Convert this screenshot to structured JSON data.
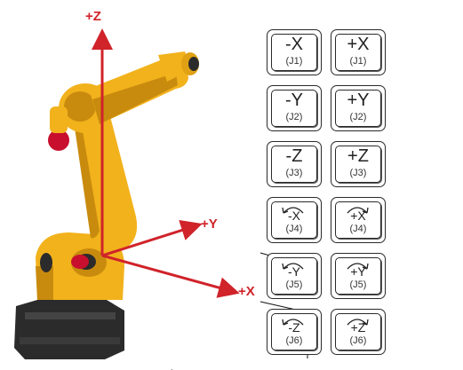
{
  "axes": {
    "z_label": "+Z",
    "y_label": "+Y",
    "x_label": "+X"
  },
  "jog_keys": [
    {
      "axis": "-X",
      "joint": "(J1)",
      "rotary": false
    },
    {
      "axis": "+X",
      "joint": "(J1)",
      "rotary": false
    },
    {
      "axis": "-Y",
      "joint": "(J2)",
      "rotary": false
    },
    {
      "axis": "+Y",
      "joint": "(J2)",
      "rotary": false
    },
    {
      "axis": "-Z",
      "joint": "(J3)",
      "rotary": false
    },
    {
      "axis": "+Z",
      "joint": "(J3)",
      "rotary": false
    },
    {
      "axis": "-X",
      "joint": "(J4)",
      "rotary": true
    },
    {
      "axis": "+X",
      "joint": "(J4)",
      "rotary": true
    },
    {
      "axis": "-Y",
      "joint": "(J5)",
      "rotary": true
    },
    {
      "axis": "+Y",
      "joint": "(J5)",
      "rotary": true
    },
    {
      "axis": "-Z",
      "joint": "(J6)",
      "rotary": true
    },
    {
      "axis": "+Z",
      "joint": "(J6)",
      "rotary": true
    }
  ],
  "colors": {
    "robot_yellow": "#f2b21c",
    "robot_shadow": "#c98b0e",
    "robot_dark": "#2b2b2b",
    "robot_red": "#c8102e",
    "axis_red": "#d0232a"
  }
}
